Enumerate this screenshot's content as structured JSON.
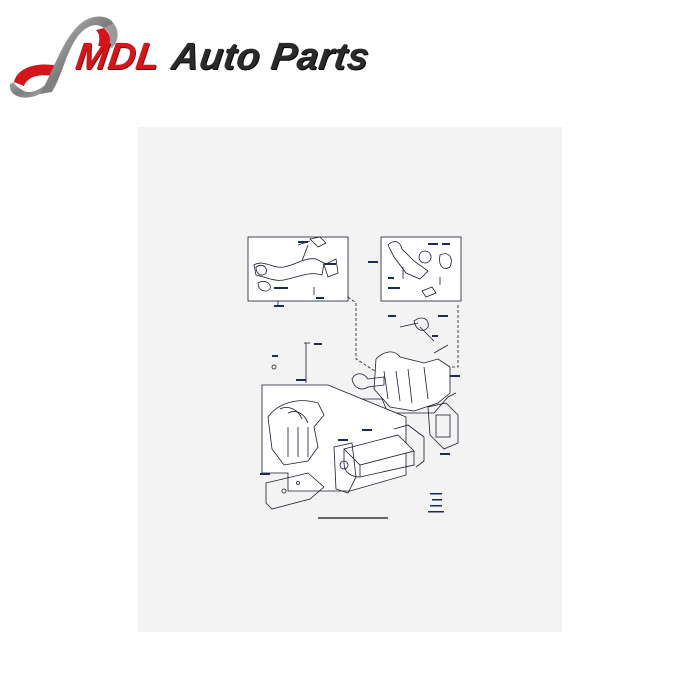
{
  "brand": {
    "name_part1": "MDL",
    "name_part2": "Auto Parts",
    "colors": {
      "red": "#d4161c",
      "dark": "#2a2a2a",
      "ribbon_gray": "#8c8c8c"
    }
  },
  "product_image": {
    "type": "exploded parts diagram",
    "background": "#f3f3f3",
    "line_color": "#1a1a2e",
    "label_color": "#1a2a5a"
  }
}
